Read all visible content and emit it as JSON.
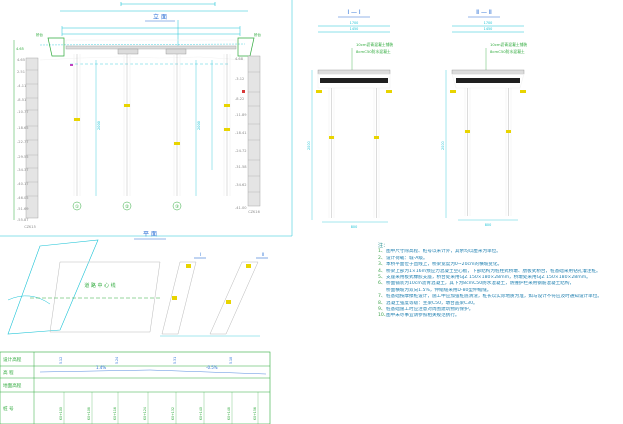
{
  "drawing": {
    "top_dim_label": "",
    "elevation": {
      "title": "立 面",
      "left_strata": [
        "4.65",
        "2.51",
        "-4.11",
        "-8.51",
        "-10.77",
        "-18.65",
        "-22.77",
        "-29.55",
        "-34.37",
        "-40.17",
        "-46.05",
        "-51.69",
        "-55.87"
      ],
      "right_strata": [
        "4.68",
        "-3.12",
        "-8.22",
        "-11.89",
        "-18.41",
        "-24.72",
        "-31.58",
        "-34.62",
        "-41.00"
      ],
      "pier_labels": [
        "①",
        "②",
        "③"
      ],
      "bottom_left": "CZK15",
      "bottom_right": "CZK16"
    },
    "section_1": {
      "title": "Ⅰ — Ⅰ",
      "notes": [
        "10cm沥青混凝土铺装",
        "8cmC50防水混凝土"
      ]
    },
    "section_2": {
      "title": "Ⅱ — Ⅱ",
      "notes": [
        "10cm沥青混凝土铺装",
        "8cmC50防水混凝土"
      ]
    },
    "plan": {
      "title": "平 面",
      "road_text": "道 路 中 心 线",
      "section_marks": [
        "Ⅰ",
        "Ⅱ"
      ]
    },
    "profile_table": {
      "row_labels": [
        "设计高程",
        "高  程",
        "地面高程",
        "桩  号"
      ],
      "values": [
        "1.4%",
        "-0.5%"
      ]
    }
  },
  "notes": {
    "title": "注：",
    "items": [
      {
        "n": "1、",
        "text": "图中尺寸除高程、桩号以米计外，其余均以厘米为单位。"
      },
      {
        "n": "2、",
        "text": "设计荷载：城-A级。"
      },
      {
        "n": "3、",
        "text": "本桥平面位于直线上，桥梁宽度为0~20cm的横坡变化。"
      },
      {
        "n": "4、",
        "text": "桥梁上部为1×16m预应力混凝土空心板，下部结构为桩柱式桥墩、肋板式桥台，桩基础采用钻孔灌注桩。"
      },
      {
        "n": "5、",
        "text": "支座采用板式橡胶支座，桥台处采用GJZ 150×180×28mm，桥墩处采用GJZ 150×180×28mm。"
      },
      {
        "n": "6、",
        "text": "桥面铺装为10cm沥青混凝土，其下为8cmC50防水混凝土，防撞护栏采用钢筋混凝土结构，"
      },
      {
        "n": "",
        "text": "桥面横坡为双向1.5%，伸缩缝采用D-80型伸缩缝。"
      },
      {
        "n": "7、",
        "text": "桩基础按摩擦桩设计，施工中应加强桩底清渣，桩长以实际地质为准，如与设计不符应及时通知设计单位。"
      },
      {
        "n": "8、",
        "text": "混凝土强度等级：主梁C50，墩台盖梁C30。"
      },
      {
        "n": "9、",
        "text": "桩基础施工时应注意对周围建筑物的保护。"
      },
      {
        "n": "10、",
        "text": "图中未尽事宜请参照相关规范执行。"
      }
    ]
  },
  "colors": {
    "white": "#f2f2f2",
    "cyan": "#19c3d6",
    "green": "#2faa3c",
    "yellow": "#e8d400",
    "gray": "#8a8a8a",
    "blue": "#2a6fd6",
    "magenta": "#c040c0",
    "red": "#d83a3a"
  }
}
